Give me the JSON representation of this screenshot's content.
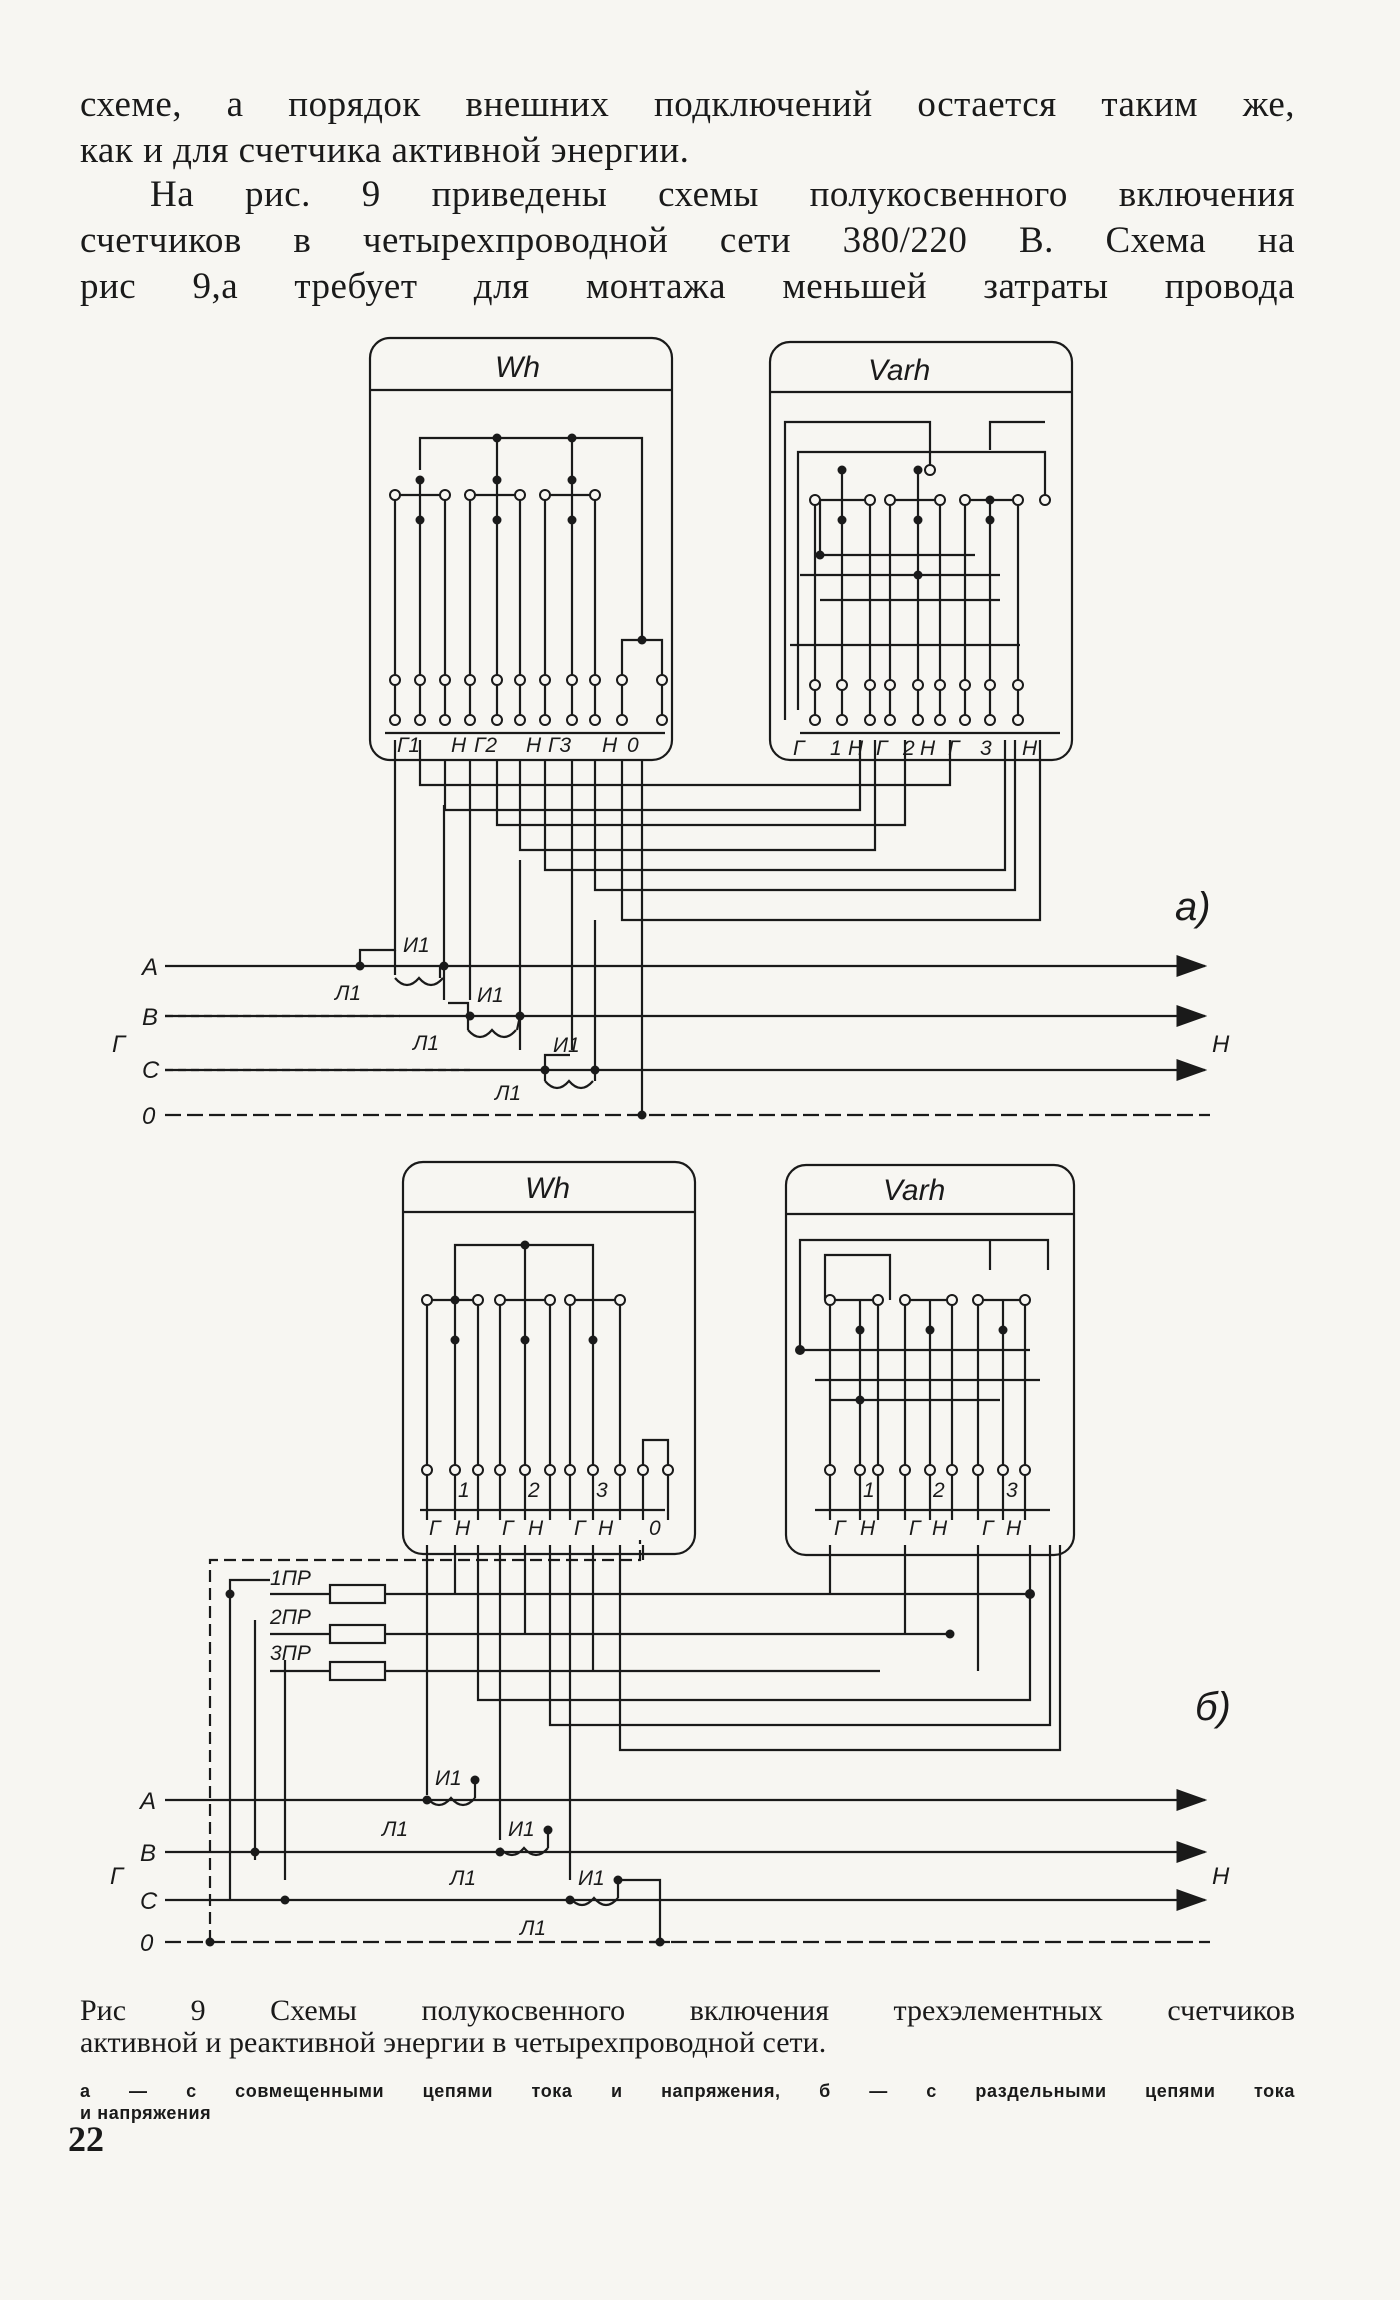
{
  "text": {
    "p1": [
      "схеме, а порядок внешних подключений остается таким же,",
      "как и для счетчика активной энергии."
    ],
    "p2": [
      "На рис. 9 приведены схемы полукосвенного включения",
      "счетчиков в четырехпроводной сети 380/220 В. Схема на",
      "рис 9,а требует для монтажа меньшей затраты провода"
    ]
  },
  "diagram_a": {
    "panel_label": "а)",
    "meter1": {
      "title": "Wh",
      "terminals": [
        "Г1",
        "Н",
        "Г2",
        "Н",
        "Г3",
        "Н",
        "0"
      ]
    },
    "meter2": {
      "title": "Varh",
      "terminals": [
        "Г",
        "1",
        "Н",
        "Г",
        "2",
        "Н",
        "Г",
        "3",
        "Н"
      ]
    },
    "lines": [
      "А",
      "В",
      "С",
      "0"
    ],
    "source": "Г",
    "load": "Н",
    "ct_labels": [
      "И1",
      "Л1",
      "И1",
      "Л1",
      "И1",
      "Л1"
    ]
  },
  "diagram_b": {
    "panel_label": "б)",
    "meter1": {
      "title": "Wh",
      "elements": [
        "1",
        "2",
        "3"
      ],
      "terminals": [
        "Г",
        "Н",
        "Г",
        "Н",
        "Г",
        "Н",
        "0"
      ]
    },
    "meter2": {
      "title": "Varh",
      "elements": [
        "1",
        "2",
        "3"
      ],
      "terminals": [
        "Г",
        "Н",
        "Г",
        "Н",
        "Г",
        "Н"
      ]
    },
    "fuses": [
      "1ПР",
      "2ПР",
      "3ПР"
    ],
    "lines": [
      "А",
      "В",
      "С",
      "0"
    ],
    "source": "Г",
    "load": "Н",
    "ct_labels": [
      "И1",
      "Л1",
      "И1",
      "Л1",
      "И1",
      "Л1"
    ]
  },
  "caption": {
    "title": [
      "Рис 9 Схемы полукосвенного включения трехэлементных счетчиков",
      "активной и реактивной энергии в четырехпроводной сети."
    ],
    "legend": [
      "а — с совмещенными цепями тока и напряжения, б — с раздельными цепями тока",
      "и напряжения"
    ]
  },
  "page_number": "22"
}
